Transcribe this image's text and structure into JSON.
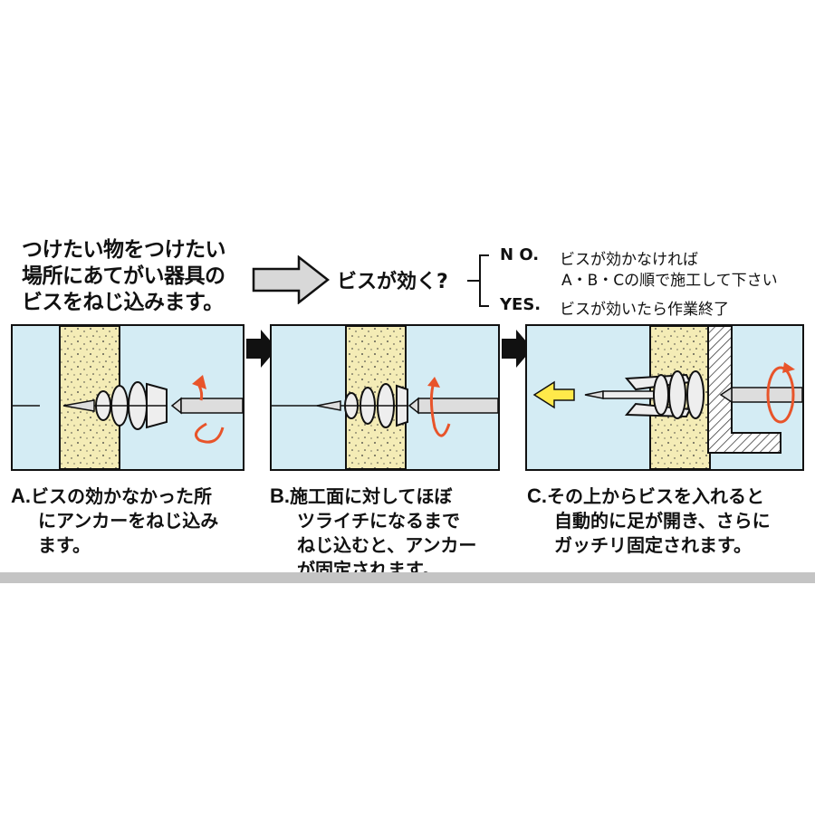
{
  "intro": {
    "lines": [
      "つけたい物をつけたい",
      "場所にあてがい器具の",
      "ビスをねじ込みます。"
    ]
  },
  "question": "ビスが効く?",
  "answers": {
    "no": {
      "key": "N O.",
      "lines": [
        "ビスが効かなければ",
        "A・B・Cの順で施工して下さい"
      ]
    },
    "yes": {
      "key": "YES.",
      "text": "ビスが効いたら作業終了"
    }
  },
  "steps": [
    {
      "letter": "A.",
      "lines": [
        "ビスの効かなかった所",
        "にアンカーをねじ込み",
        "ます。"
      ]
    },
    {
      "letter": "B.",
      "lines": [
        "施工面に対してほぼ",
        "ツライチになるまで",
        "ねじ込むと、アンカー",
        "が固定されます。"
      ]
    },
    {
      "letter": "C.",
      "lines": [
        "その上からビスを入れると",
        "自動的に足が開き、さらに",
        "ガッチリ固定されます。"
      ]
    }
  ],
  "colors": {
    "panel_bg": "#d4ecf4",
    "wall": "#f4ecb6",
    "arrow_red": "#e8542a",
    "arrow_yellow": "#ffe94a",
    "arrow_gray": "#d8d8d8",
    "bottom_rule": "#c4c4c4"
  },
  "icons": [
    "right-arrow-icon",
    "rotation-arrow-icon",
    "pull-arrow-icon"
  ]
}
